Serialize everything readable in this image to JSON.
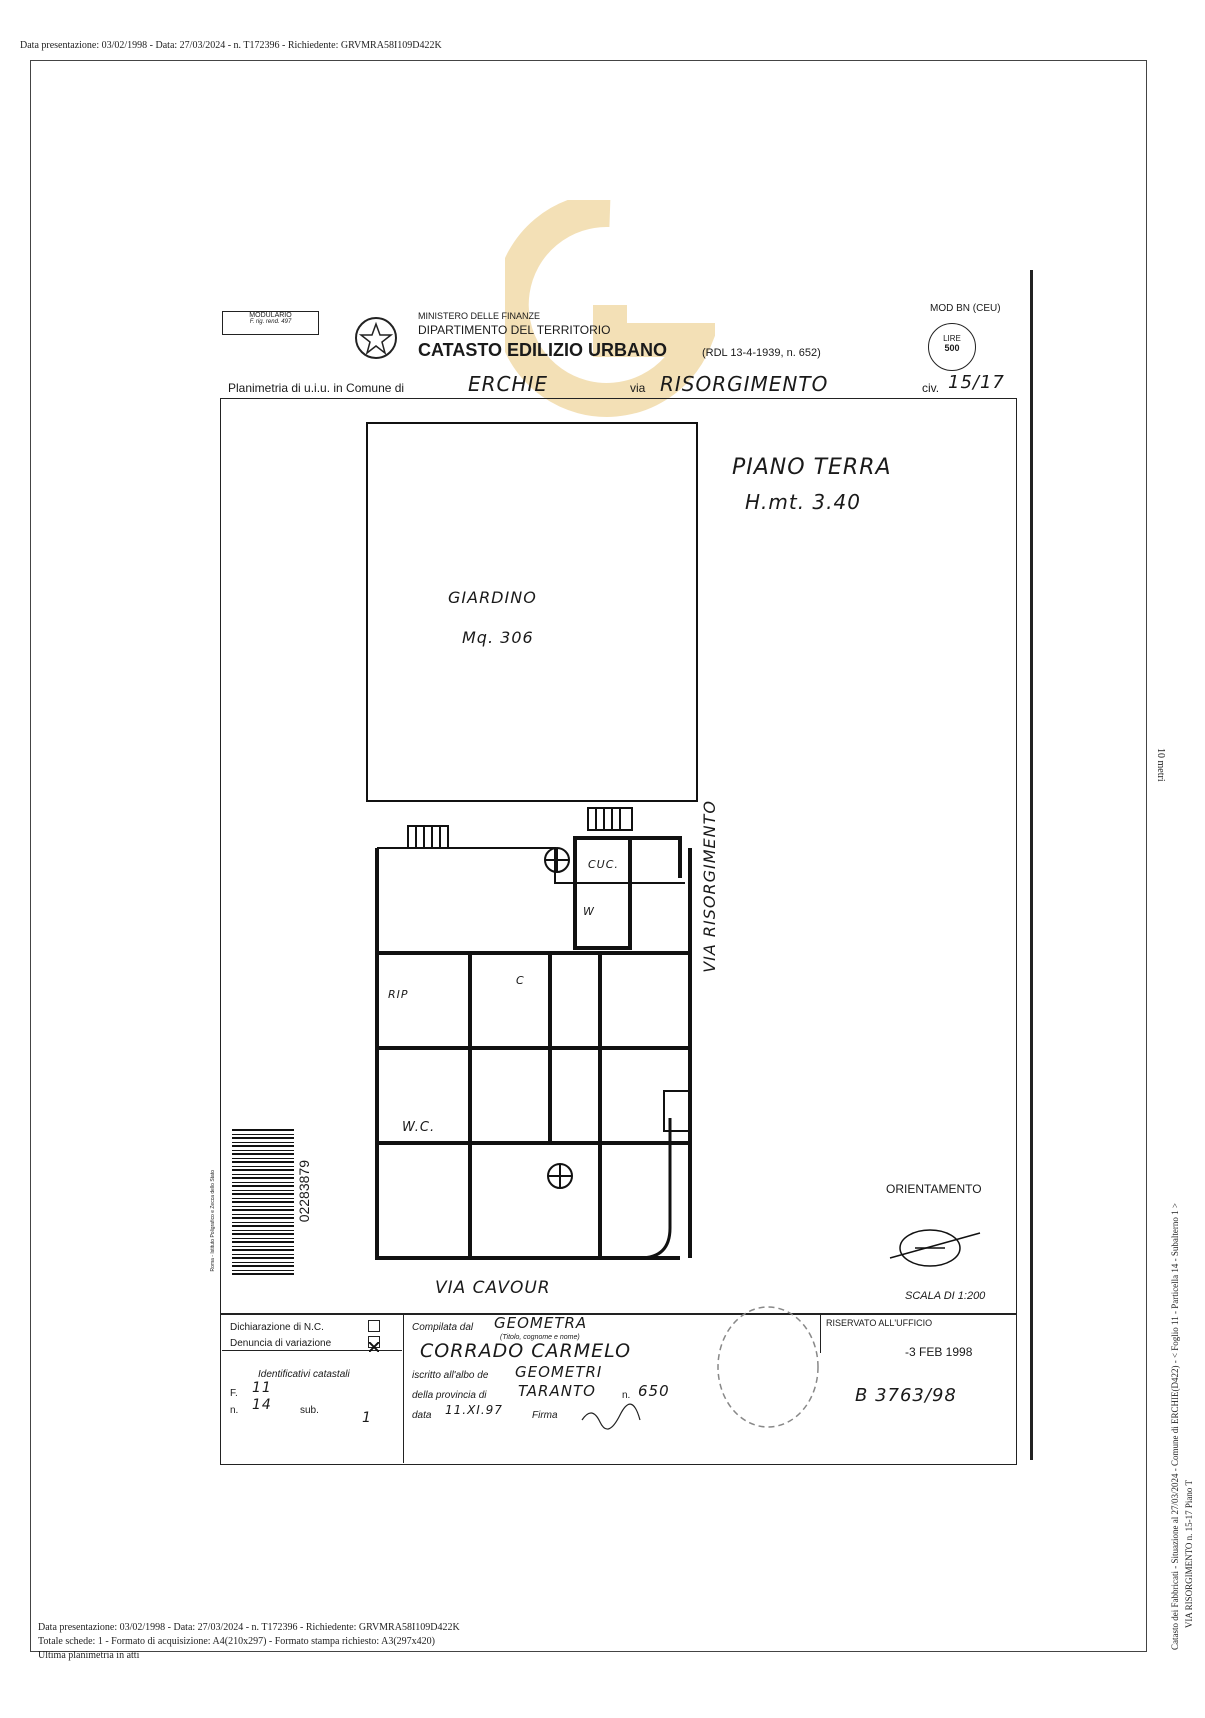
{
  "top_header": "Data presentazione: 03/02/1998 - Data: 27/03/2024 - n. T172396 - Richiedente: GRVMRA58I109D422K",
  "form": {
    "modulario": "MODULARIO",
    "modulario_sub": "F. rig. rend. 497",
    "ministero": "MINISTERO DELLE FINANZE",
    "dipartimento": "DIPARTIMENTO DEL TERRITORIO",
    "catasto": "CATASTO EDILIZIO URBANO",
    "rdl": "(RDL 13-4-1939, n. 652)",
    "mod": "MOD BN (CEU)",
    "lire_label": "LIRE",
    "lire_value": "500",
    "planimetria_label": "Planimetria di u.i.u. in Comune di",
    "comune": "ERCHIE",
    "via_label": "via",
    "via": "RISORGIMENTO",
    "civ_label": "civ.",
    "civ": "15/17"
  },
  "plan": {
    "piano": "PIANO TERRA",
    "altezza": "H.mt. 3.40",
    "giardino": "GIARDINO",
    "giardino_mq": "Mq. 306",
    "via_risorgimento": "VIA RISORGIMENTO",
    "via_cavour": "VIA CAVOUR",
    "room_cuc": "CUC.",
    "room_wc_small": "W",
    "room_c": "C",
    "room_rip": "RIP",
    "room_wc": "W.C.",
    "orientamento": "ORIENTAMENTO",
    "scala": "SCALA DI 1:200"
  },
  "barcode_number": "02283879",
  "barcode_side": "Roma - Istituto Poligrafico e Zecca dello Stato",
  "footer_form": {
    "dichiarazione": "Dichiarazione di N.C.",
    "denuncia": "Denuncia di variazione",
    "identificativi": "Identificativi catastali",
    "f_label": "F.",
    "f_value": "11",
    "n_label": "n.",
    "n_value": "14",
    "sub_label": "sub.",
    "sub_value": "1",
    "compilata_label": "Compilata dal",
    "compilata_value": "GEOMETRA",
    "titolo_label": "(Titolo, cognome e nome)",
    "nome": "CORRADO CARMELO",
    "iscritto_label": "iscritto all'albo de",
    "albo": "GEOMETRI",
    "provincia_label": "della provincia di",
    "provincia": "TARANTO",
    "numero_label": "n.",
    "numero": "650",
    "data_label": "data",
    "data": "11.XI.97",
    "firma_label": "Firma",
    "riservato": "RISERVATO ALL'UFFICIO",
    "stamp_date": "-3 FEB 1998",
    "protocollo": "B 3763/98"
  },
  "side_text_1": "10 metri",
  "side_text_2": "Catasto dei Fabbricati - Situazione al 27/03/2024 - Comune di ERCHIE(D422) - < Foglio 11 - Particella 14 - Subalterno 1 >",
  "side_text_3": "VIA RISORGIMENTO n. 15-17 Piano T",
  "bottom": {
    "line1": "Data presentazione: 03/02/1998 - Data: 27/03/2024 - n. T172396 - Richiedente: GRVMRA58I109D422K",
    "line2": "Totale schede: 1 - Formato di acquisizione: A4(210x297) - Formato stampa richiesto: A3(297x420)",
    "line3": "Ultima planimetria in atti"
  }
}
